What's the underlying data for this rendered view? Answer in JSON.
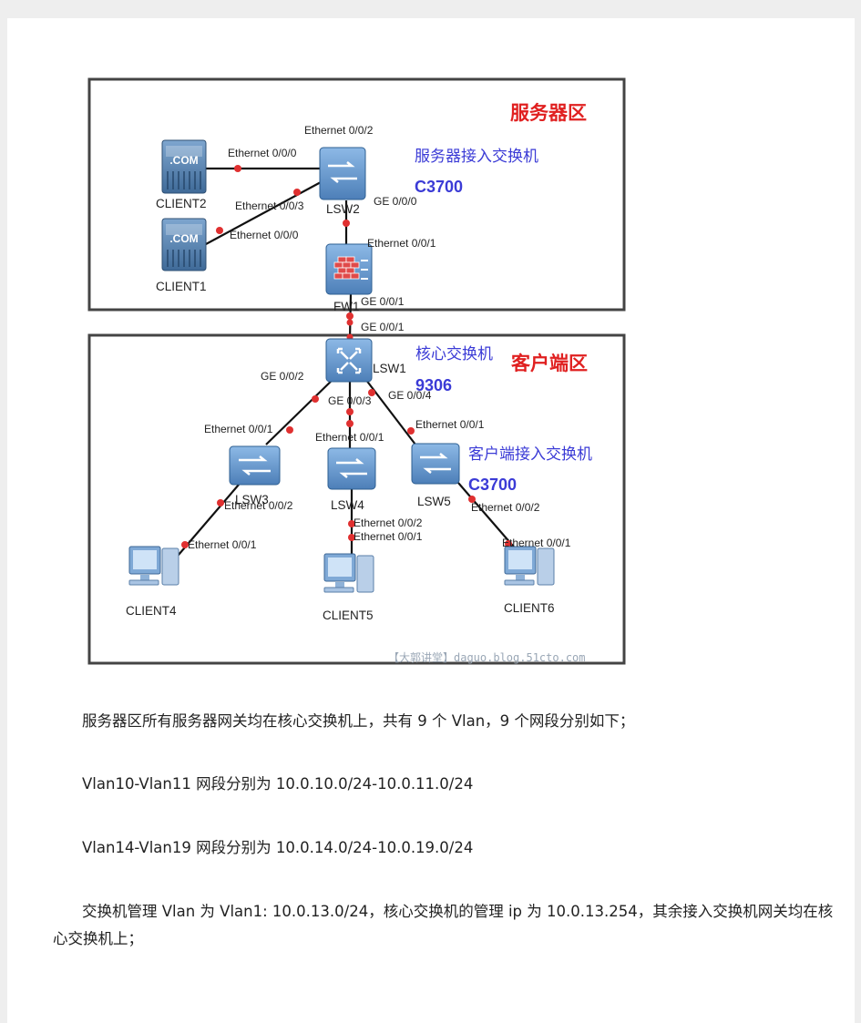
{
  "diagram": {
    "zones": {
      "server_zone": "服务器区",
      "client_zone": "客户端区"
    },
    "annotations": {
      "server_switch_title": "服务器接入交换机",
      "server_switch_model": "C3700",
      "core_switch_title": "核心交换机",
      "core_switch_model": "9306",
      "client_switch_title": "客户端接入交换机",
      "client_switch_model": "C3700"
    },
    "devices": {
      "client1": "CLIENT1",
      "client2": "CLIENT2",
      "client4": "CLIENT4",
      "client5": "CLIENT5",
      "client6": "CLIENT6",
      "lsw1": "LSW1",
      "lsw2": "LSW2",
      "lsw3": "LSW3",
      "lsw4": "LSW4",
      "lsw5": "LSW5",
      "fw1": "FW1",
      "com": ".COM"
    },
    "ports": {
      "lsw2_top": "Ethernet 0/0/2",
      "client2_link": "Ethernet 0/0/0",
      "lsw2_e003": "Ethernet 0/0/3",
      "client1_link": "Ethernet 0/0/0",
      "lsw2_ge000": "GE 0/0/0",
      "fw_e001": "Ethernet 0/0/1",
      "fw_ge001": "GE 0/0/1",
      "lsw1_ge001": "GE 0/0/1",
      "lsw1_ge002": "GE 0/0/2",
      "lsw1_ge003": "GE 0/0/3",
      "lsw1_ge004": "GE 0/0/4",
      "lsw3_e001": "Ethernet 0/0/1",
      "lsw4_e001": "Ethernet 0/0/1",
      "lsw5_e001": "Ethernet 0/0/1",
      "lsw3_e002": "Ethernet 0/0/2",
      "client4_e001": "Ethernet 0/0/1",
      "lsw4_e002": "Ethernet 0/0/2",
      "client5_e001": "Ethernet 0/0/1",
      "lsw5_e002": "Ethernet 0/0/2",
      "client6_e001": "Ethernet 0/0/1"
    },
    "watermark": "【大郭讲堂】daguo.blog.51cto.com"
  },
  "text": {
    "p1": "服务器区所有服务器网关均在核心交换机上，共有 9 个 Vlan，9 个网段分别如下；",
    "p2": "Vlan10-Vlan11 网段分别为 10.0.10.0/24-10.0.11.0/24",
    "p3": "Vlan14-Vlan19 网段分别为 10.0.14.0/24-10.0.19.0/24",
    "p4": "交换机管理 Vlan 为 Vlan1:  10.0.13.0/24，核心交换机的管理 ip 为 10.0.13.254，其余接入交换机网关均在核心交换机上；"
  },
  "colors": {
    "zone_label": "#e02020",
    "annotation": "#3b3bd6",
    "link_dot": "#e03030",
    "device_blue": "#5a8fc8"
  }
}
